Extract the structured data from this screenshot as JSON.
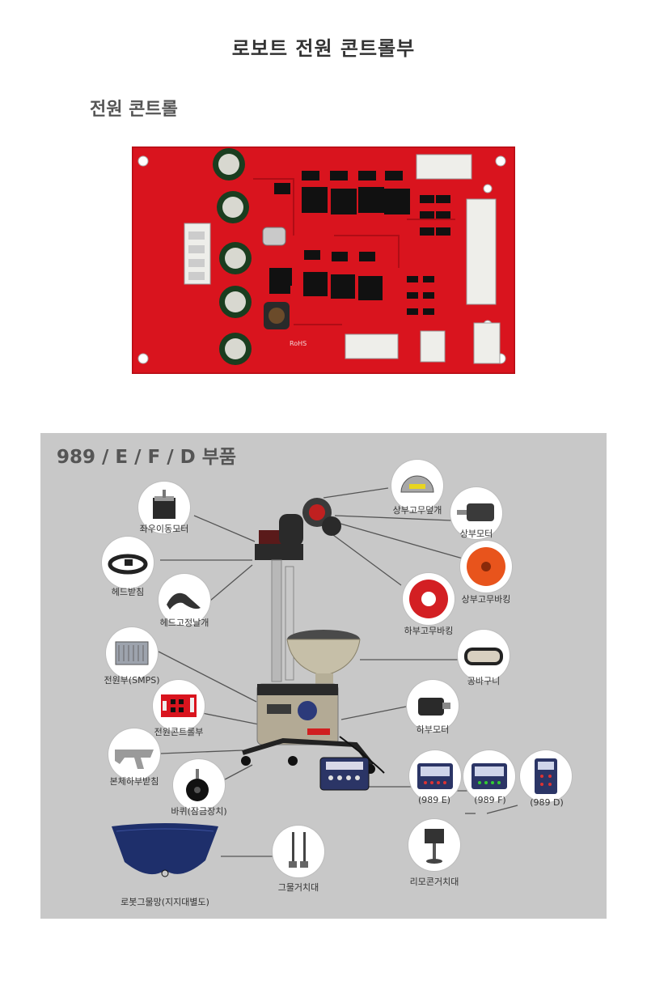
{
  "page_title": "로보트 전원 콘트롤부",
  "section_title": "전원 콘트롤",
  "board": {
    "silk_rohs": "RoHS"
  },
  "parts_panel": {
    "title": "989 / E / F / D 부품",
    "parts": [
      {
        "label": "좌우이동모터",
        "icon": "stepper-motor-icon"
      },
      {
        "label": "헤드받침",
        "icon": "head-support-icon"
      },
      {
        "label": "헤드고정날개",
        "icon": "head-wing-icon"
      },
      {
        "label": "전원부(SMPS)",
        "icon": "smps-icon"
      },
      {
        "label": "전원콘트롤부",
        "icon": "control-board-icon"
      },
      {
        "label": "본체하부받침",
        "icon": "base-support-icon"
      },
      {
        "label": "바퀴(잠금장치)",
        "icon": "caster-wheel-icon"
      },
      {
        "label": "로봇그물망(지지대별도)",
        "icon": "net-icon"
      },
      {
        "label": "그물거치대",
        "icon": "net-stand-icon"
      },
      {
        "label": "상부고무덮개",
        "icon": "upper-rubber-cover-icon"
      },
      {
        "label": "상부모터",
        "icon": "upper-motor-icon"
      },
      {
        "label": "상부고무바킹",
        "icon": "upper-rubber-ring-icon"
      },
      {
        "label": "하부고무바킹",
        "icon": "lower-rubber-ring-icon"
      },
      {
        "label": "공바구니",
        "icon": "ball-basket-icon"
      },
      {
        "label": "하부모터",
        "icon": "lower-motor-icon"
      },
      {
        "label": "(989 E)",
        "icon": "remote-989e-icon"
      },
      {
        "label": "(989 F)",
        "icon": "remote-989f-icon"
      },
      {
        "label": "(989 D)",
        "icon": "remote-989d-icon"
      },
      {
        "label": "리모콘거치대",
        "icon": "remote-holder-icon"
      }
    ]
  },
  "colors": {
    "board_red": "#d9141e",
    "panel_gray": "#c8c8c8",
    "rubber_orange": "#e8541c"
  }
}
